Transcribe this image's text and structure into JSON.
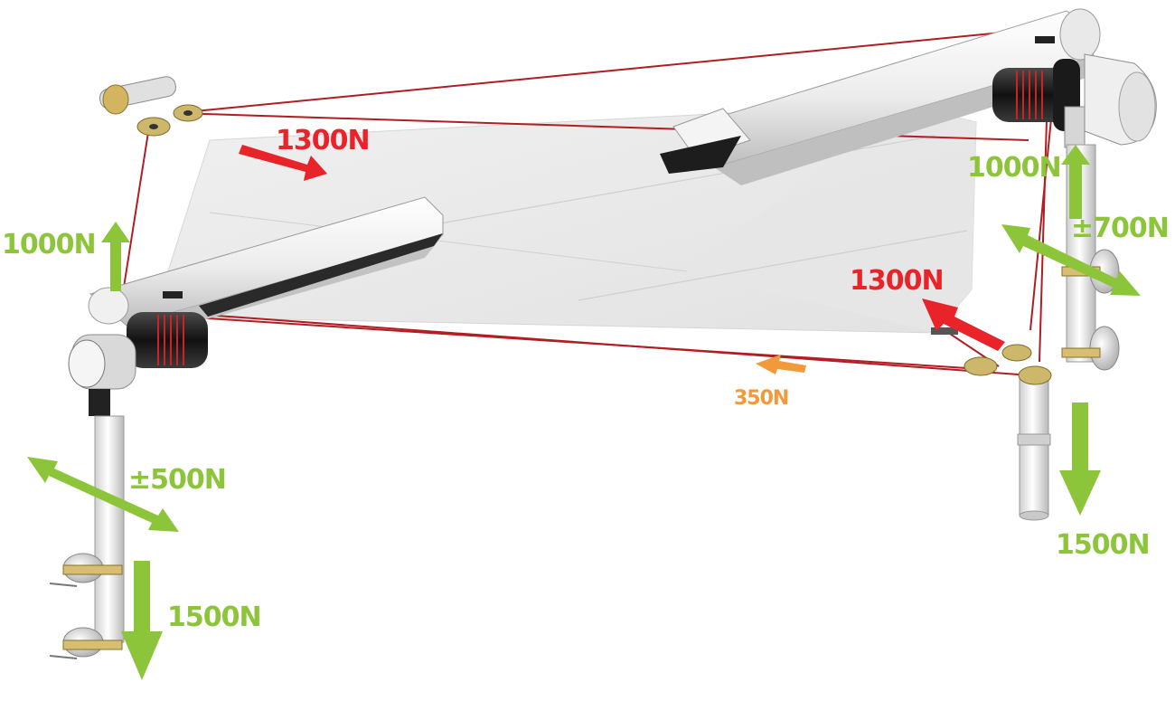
{
  "colors": {
    "tension": "#e8232a",
    "support": "#8cc43a",
    "minor": "#f29a3a",
    "cable": "#b01e23",
    "tube": "#f2f2f2",
    "tube_shade": "#c9c9c9",
    "sail": "#ececec",
    "sail_shade": "#dcdcdc",
    "drum": "#1f1f1f"
  },
  "forces": {
    "top_left_cable": {
      "label": "1300N",
      "color_role": "tension"
    },
    "bottom_right_cable": {
      "label": "1300N",
      "color_role": "tension"
    },
    "left_arm_uplift": {
      "label": "1000N",
      "color_role": "support"
    },
    "right_arm_uplift": {
      "label": "1000N",
      "color_role": "support"
    },
    "left_post_lateral": {
      "label": "±500N",
      "color_role": "support"
    },
    "right_post_lateral": {
      "label": "±700N",
      "color_role": "support"
    },
    "left_post_down": {
      "label": "1500N",
      "color_role": "support"
    },
    "right_post_down": {
      "label": "1500N",
      "color_role": "support"
    },
    "bottom_cable": {
      "label": "350N",
      "color_role": "minor"
    }
  },
  "icons": {
    "left_arm_uplift": "arrow-up-icon",
    "right_arm_uplift": "arrow-up-icon",
    "left_post_lateral": "double-arrow-icon",
    "right_post_lateral": "double-arrow-icon",
    "left_post_down": "arrow-down-icon",
    "right_post_down": "arrow-down-icon",
    "top_left_cable": "arrow-diagonal-icon",
    "bottom_right_cable": "arrow-diagonal-icon",
    "bottom_cable": "arrow-left-icon"
  }
}
